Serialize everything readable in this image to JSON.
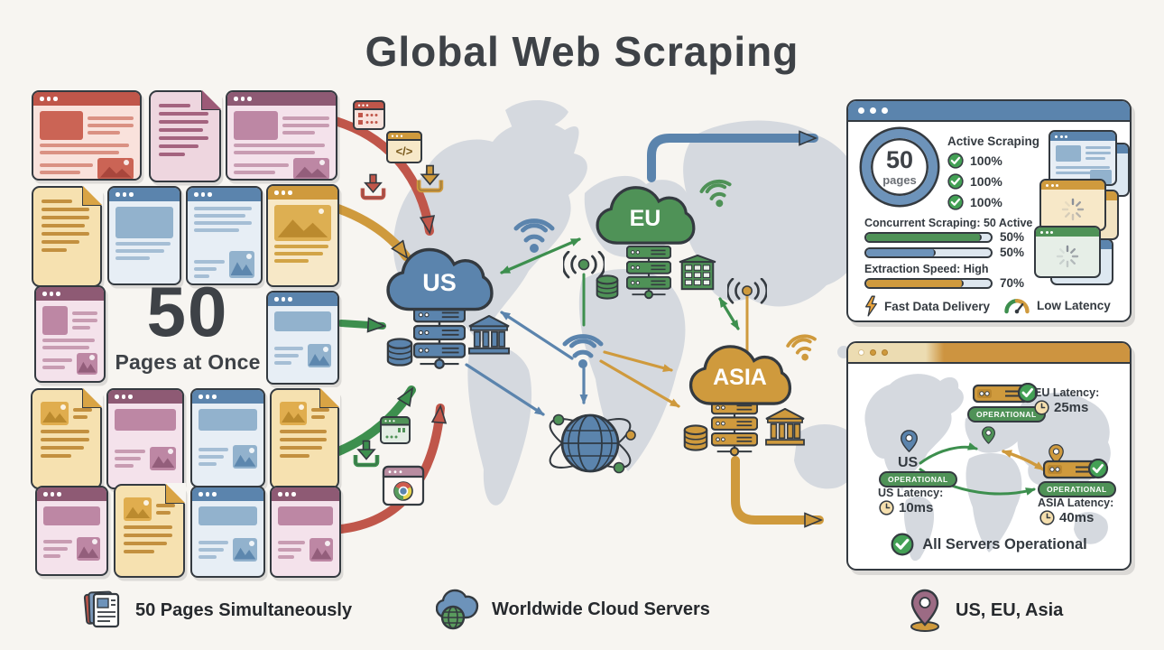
{
  "title": "Global Web Scraping",
  "palette": {
    "blue": "#5b84ad",
    "blueDark": "#3d5a7a",
    "green": "#4f9257",
    "greenBright": "#3d8f4e",
    "orange": "#cf9a3d",
    "red": "#c0564a",
    "purple": "#8e5a74",
    "tan": "#f5dfae",
    "ink": "#343a40",
    "map": "#d5d9df",
    "background": "#f7f5f1"
  },
  "left": {
    "big_number": "50",
    "big_label": "Pages at Once",
    "cells": [
      {
        "type": "browser",
        "theme": "red",
        "variant": "hero"
      },
      {
        "type": "doc",
        "theme": "pink",
        "variant": "text"
      },
      {
        "type": "browser",
        "theme": "purple",
        "variant": "hero"
      },
      {
        "type": "doc",
        "theme": "tan",
        "variant": "text"
      },
      {
        "type": "browser",
        "theme": "blue",
        "variant": "imgtop"
      },
      {
        "type": "browser",
        "theme": "blue",
        "variant": "article"
      },
      {
        "type": "browser",
        "theme": "orange",
        "variant": "photo"
      },
      {
        "type": "browser",
        "theme": "purple",
        "variant": "hero"
      },
      {
        "type": "browser",
        "theme": "blue",
        "variant": "media"
      },
      {
        "type": "doc",
        "theme": "tan",
        "variant": "img"
      },
      {
        "type": "browser",
        "theme": "purple",
        "variant": "media"
      },
      {
        "type": "browser",
        "theme": "blue",
        "variant": "media"
      },
      {
        "type": "doc",
        "theme": "tan",
        "variant": "img"
      },
      {
        "type": "browser",
        "theme": "purple",
        "variant": "media"
      },
      {
        "type": "doc",
        "theme": "tan",
        "variant": "img"
      },
      {
        "type": "browser",
        "theme": "blue",
        "variant": "media"
      },
      {
        "type": "browser",
        "theme": "purple",
        "variant": "media"
      }
    ]
  },
  "regions": [
    {
      "id": "us",
      "label": "US",
      "color": "#5b84ad"
    },
    {
      "id": "eu",
      "label": "EU",
      "color": "#4f9257"
    },
    {
      "id": "asia",
      "label": "ASIA",
      "color": "#cf9a3d"
    }
  ],
  "misc": {
    "code_glyph": "</>"
  },
  "status_panel": {
    "ring_value": "50",
    "ring_unit": "pages",
    "active_title": "Active Scraping",
    "active_rows": [
      "100%",
      "100%",
      "100%"
    ],
    "concurrent_title": "Concurrent Scraping: 50 Active",
    "bars": [
      {
        "color": "green",
        "label": "50%",
        "fill": 93
      },
      {
        "color": "blue",
        "label": "50%",
        "fill": 56
      }
    ],
    "speed_title": "Extraction Speed: High",
    "speed_bar": {
      "color": "orange",
      "label": "70%",
      "fill": 78
    },
    "fast_label": "Fast Data Delivery",
    "low_latency_label": "Low Latency"
  },
  "latency_panel": {
    "regions": [
      {
        "id": "eu",
        "pill": "OPERATIONAL",
        "latency_label": "EU Latency:",
        "latency_value": "25ms"
      },
      {
        "id": "us",
        "name": "US",
        "pill": "OPERATIONAL",
        "latency_label": "US Latency:",
        "latency_value": "10ms"
      },
      {
        "id": "asia",
        "pill": "OPERATIONAL",
        "latency_label": "ASIA Latency:",
        "latency_value": "40ms"
      }
    ],
    "footer": "All Servers Operational"
  },
  "legend": [
    {
      "icon": "stacked-pages-icon",
      "label": "50 Pages Simultaneously"
    },
    {
      "icon": "cloud-globe-icon",
      "label": "Worldwide Cloud Servers"
    },
    {
      "icon": "map-pin-icon",
      "label": "US, EU, Asia"
    }
  ]
}
